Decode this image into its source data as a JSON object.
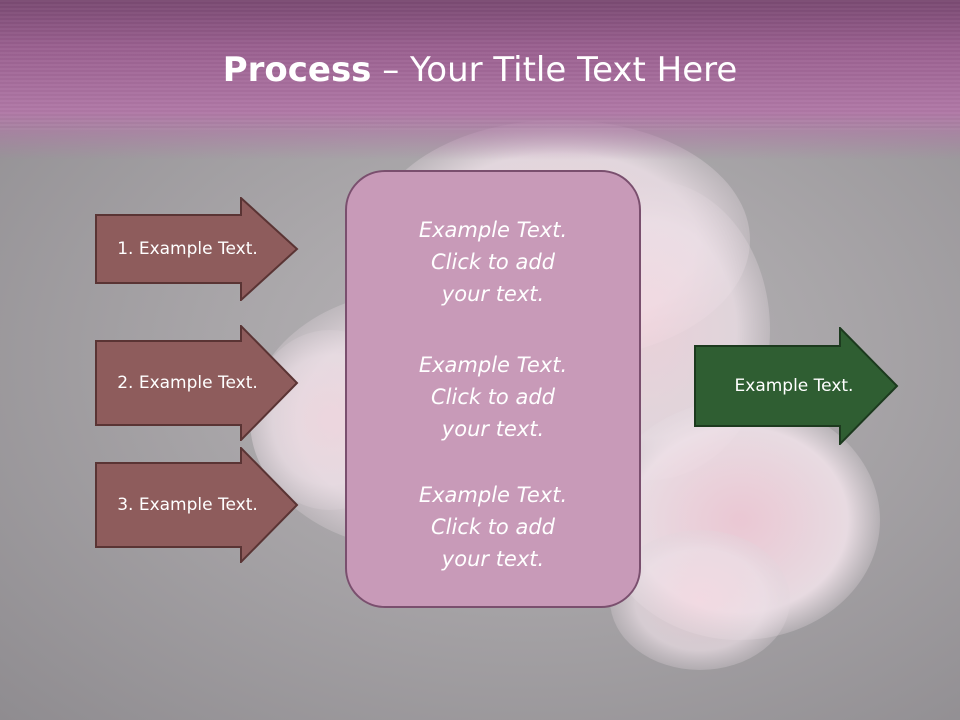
{
  "slide": {
    "title_bold": "Process",
    "title_rest": " – Your Title Text Here",
    "left_arrows": [
      {
        "label": "1. Example Text."
      },
      {
        "label": "2. Example Text."
      },
      {
        "label": "3. Example Text."
      }
    ],
    "center_box": {
      "items": [
        "Example Text.\nClick  to add\nyour text.",
        "Example Text.\nClick  to add\nyour text.",
        "Example Text.\nClick  to add\nyour text."
      ]
    },
    "right_arrow": {
      "label": "Example Text."
    },
    "colors": {
      "header": "#9a6090",
      "left_arrow_fill": "#8e5c5c",
      "left_arrow_stroke": "#5a3434",
      "center_box_fill": "#c89ab8",
      "right_arrow_fill": "#2f5e32",
      "right_arrow_stroke": "#1c3a1e"
    }
  }
}
